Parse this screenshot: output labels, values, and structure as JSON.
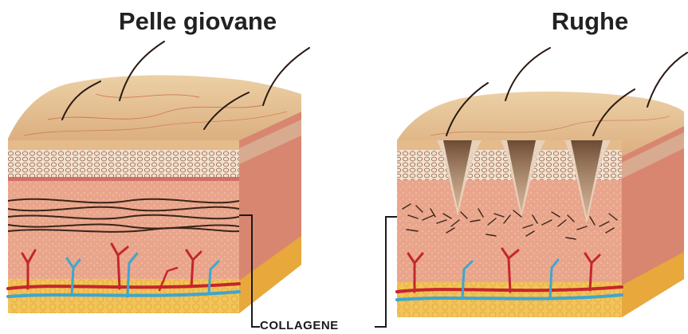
{
  "titles": {
    "left": "Pelle giovane",
    "right": "Rughe"
  },
  "labels": {
    "collagen": "COLLAGENE"
  },
  "colors": {
    "surface": "#e9c79a",
    "surface_dark": "#d9ad7d",
    "epidermis": "#f1ddc3",
    "dermis": "#e9a58b",
    "dermis_side": "#d88670",
    "fat": "#f3c45a",
    "fat_side": "#e8a83b",
    "artery": "#c5262c",
    "vein": "#3ea6cf",
    "collagen_fiber": "#3a2418",
    "hair": "#2a1a12"
  }
}
